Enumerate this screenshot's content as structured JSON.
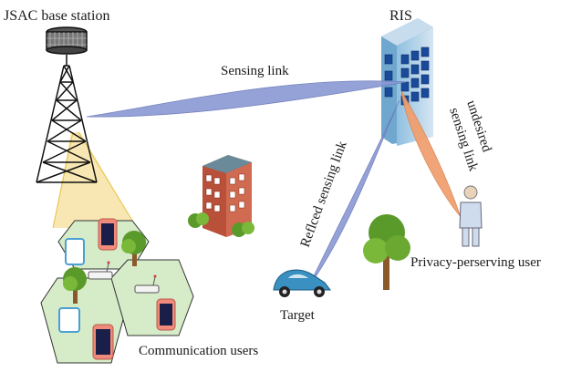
{
  "labels": {
    "base_station": "JSAC base station",
    "ris": "RIS",
    "sensing_link": "Sensing link",
    "reflected_sensing_link": "Reflced sensing link",
    "undesired_line1": "undesired",
    "undesired_line2": "sensing link",
    "privacy_user": "Privacy-perserving user",
    "target": "Target",
    "communication_users": "Communication users"
  },
  "colors": {
    "sensing_beam": "#8a98d4",
    "reflected_beam": "#8a98d4",
    "undesired_beam": "#f0a070",
    "coverage_cone": "#f7e3a4",
    "cell_fill": "#d6ebc8",
    "tower": "#111111"
  }
}
